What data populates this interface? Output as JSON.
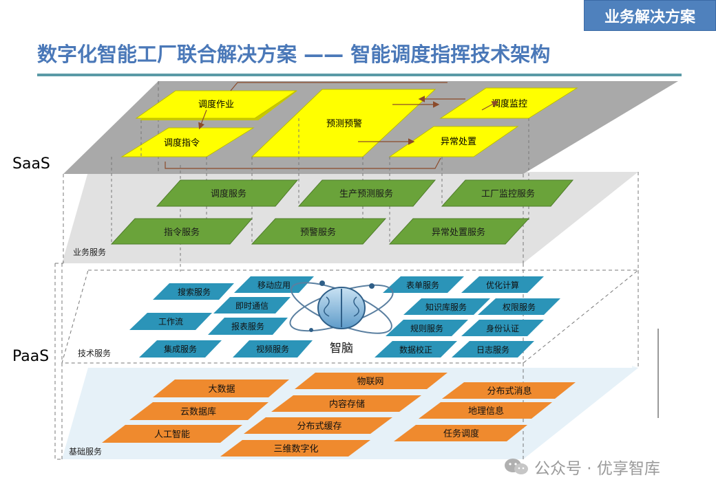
{
  "badge": "业务解决方案",
  "title": "数字化智能工厂联合解决方案 —— 智能调度指挥技术架构",
  "side_labels": {
    "saas": "SaaS",
    "paas": "PaaS"
  },
  "layers": {
    "business_services": "业务服务",
    "tech_services": "技术服务",
    "base_services": "基础服务"
  },
  "saas_modules": [
    "调度作业",
    "调度指令",
    "预测预警",
    "调度监控",
    "异常处置"
  ],
  "business_service_items": [
    "调度服务",
    "生产预测服务",
    "工厂监控服务",
    "指令服务",
    "预警服务",
    "异常处置服务"
  ],
  "tech_service_items": [
    "搜索服务",
    "移动应用",
    "即时通信",
    "工作流",
    "报表服务",
    "集成服务",
    "视频服务",
    "表单服务",
    "优化计算",
    "知识库服务",
    "权限服务",
    "规则服务",
    "身份认证",
    "数据校正",
    "日志服务"
  ],
  "brain_label": "智脑",
  "base_service_items": [
    "大数据",
    "物联网",
    "云数据库",
    "内容存储",
    "分布式消息",
    "人工智能",
    "分布式缓存",
    "地理信息",
    "三维数字化",
    "任务调度"
  ],
  "colors": {
    "saas_tile": "#ffff00",
    "business_tile": "#6aa33a",
    "tech_tile": "#2b94b8",
    "base_tile": "#ef8a2e",
    "accent": "#4f81bd"
  },
  "footer": {
    "icon": "wechat-icon",
    "text": "公众号 · 优享智库"
  }
}
